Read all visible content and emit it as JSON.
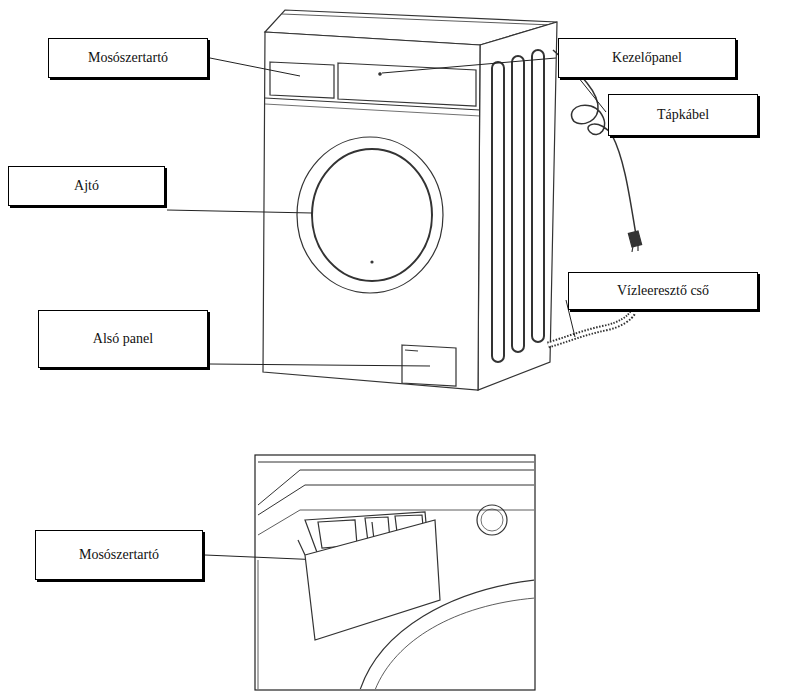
{
  "diagram": {
    "nodes": [
      {
        "text": [
          "Mosószertartó"
        ]
      },
      {
        "text": [
          "Kezelőpanel"
        ]
      },
      {
        "text": [
          "Tápkábel"
        ]
      },
      {
        "text": [
          "Ajtó"
        ]
      },
      {
        "text": [
          "Vízleeresztő cső"
        ]
      },
      {
        "text": [
          "Alsó panel"
        ]
      },
      {
        "text": [
          "Mosószertartó"
        ]
      }
    ]
  }
}
